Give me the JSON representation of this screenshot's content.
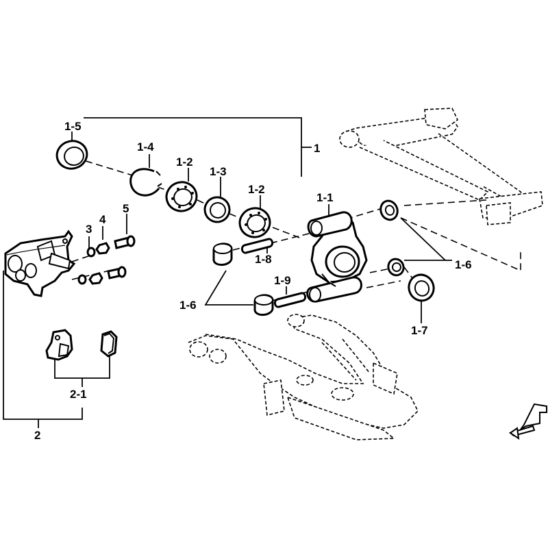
{
  "labels": {
    "assy_1": "1",
    "hub_1_1": "1-1",
    "bearing_1_2_a": "1-2",
    "bearing_1_2_b": "1-2",
    "spacer_1_3": "1-3",
    "circlip_1_4": "1-4",
    "seal_1_5": "1-5",
    "bushing_1_6_right": "1-6",
    "bushing_1_6_left": "1-6",
    "seal_1_7": "1-7",
    "pin_1_8": "1-8",
    "pin_1_9": "1-9",
    "caliper_2": "2",
    "pads_2_1": "2-1",
    "washer_3": "3",
    "nut_4": "4",
    "bolt_5": "5"
  },
  "icon": "front-direction-arrow-icon"
}
